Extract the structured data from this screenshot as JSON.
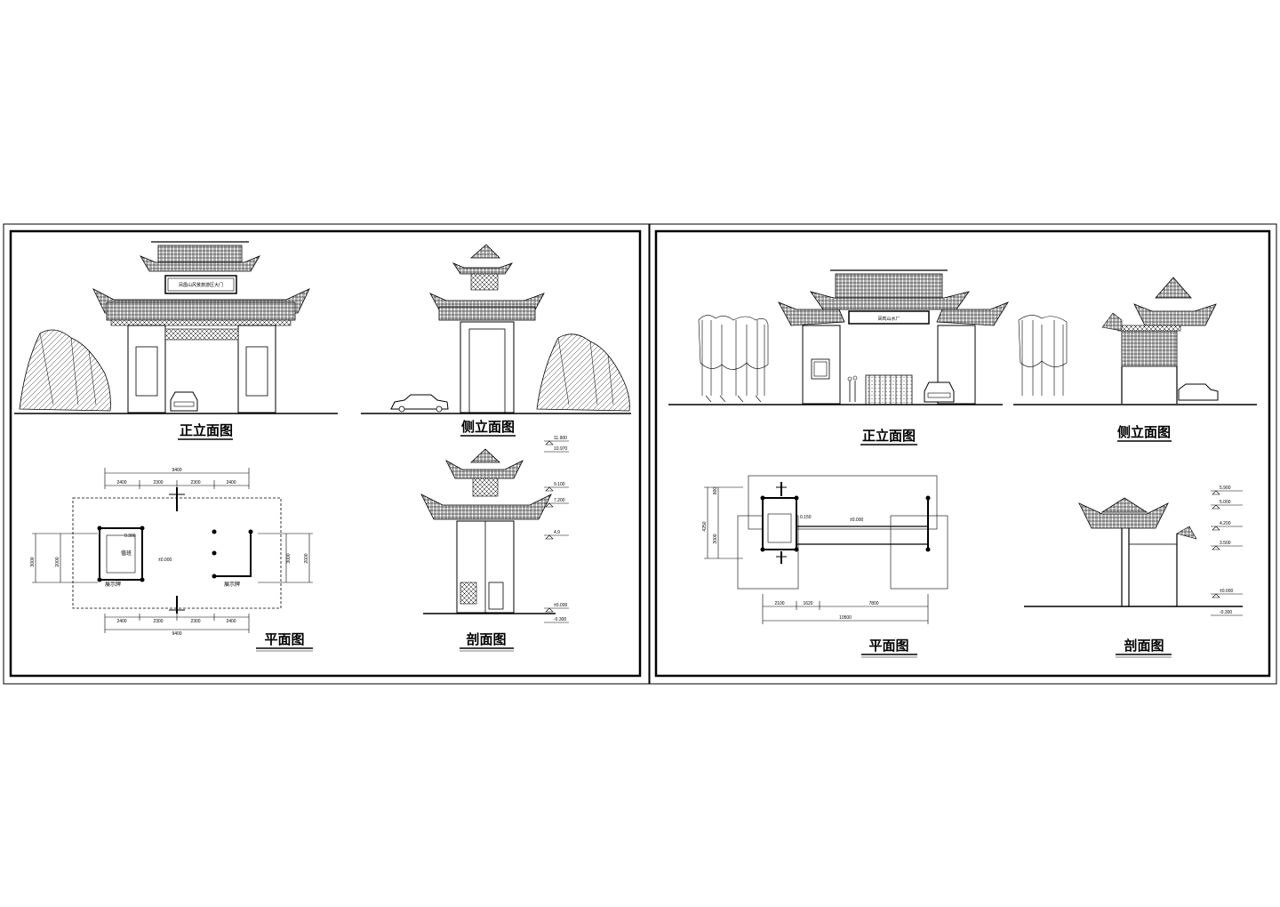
{
  "sheet_left": {
    "front_elevation": {
      "title": "正立面图",
      "sign": "凤凰山风景旅游区大门"
    },
    "side_elevation": {
      "title": "侧立面图"
    },
    "plan": {
      "title": "平面图",
      "top_total": "9400",
      "top_dims": [
        "2400",
        "2300",
        "2300",
        "2400"
      ],
      "bottom_total": "9400",
      "bottom_dims": [
        "2400",
        "2300",
        "2300",
        "2400"
      ],
      "left_dims": [
        "3000",
        "2000"
      ],
      "right_dims": [
        "3000",
        "2000"
      ],
      "level": "±0.000",
      "room_label": "值班",
      "room_level": "0.300",
      "left_panel": "展示牌",
      "right_panel": "展示牌"
    },
    "section": {
      "title": "剖面图",
      "levels": [
        "11.900",
        "10.970",
        "9.100",
        "7.200",
        "4.9",
        "±0.000",
        "-0.300"
      ]
    }
  },
  "sheet_right": {
    "front_elevation": {
      "title": "正立面图",
      "sign": "凤鸣山水厂"
    },
    "side_elevation": {
      "title": "侧立面图"
    },
    "plan": {
      "title": "平面图",
      "level_room": "0.150",
      "level_road": "±0.000",
      "bottom_dims": [
        "2100",
        "1620",
        "7800"
      ],
      "bottom_total": "10500",
      "left_dims": [
        "800",
        "4250",
        "3000"
      ]
    },
    "section": {
      "title": "剖面图",
      "levels": [
        "5.900",
        "5.000",
        "4.200",
        "3.500",
        "±0.000",
        "-0.300"
      ]
    }
  }
}
